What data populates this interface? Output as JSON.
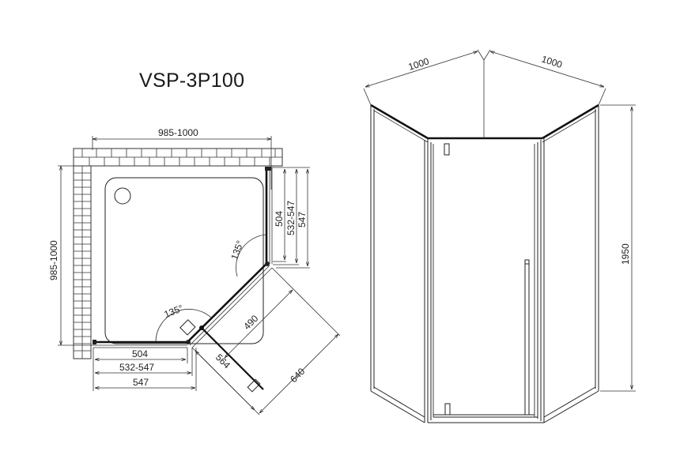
{
  "title": "VSP-3P100",
  "plan_view": {
    "width_top": "985-1000",
    "height_left": "985-1000",
    "bottom_inner": "504",
    "bottom_mid": "532-547",
    "bottom_outer": "547",
    "right_inner": "504",
    "right_mid": "532-547",
    "right_outer": "547",
    "angle_right": "135°",
    "angle_bottom": "135°",
    "door_opening": "490",
    "door_swing": "564",
    "diagonal_depth": "640"
  },
  "front_view": {
    "left_width": "1000",
    "right_width": "1000",
    "height": "1950"
  },
  "colors": {
    "line": "#222222",
    "background": "#ffffff"
  }
}
